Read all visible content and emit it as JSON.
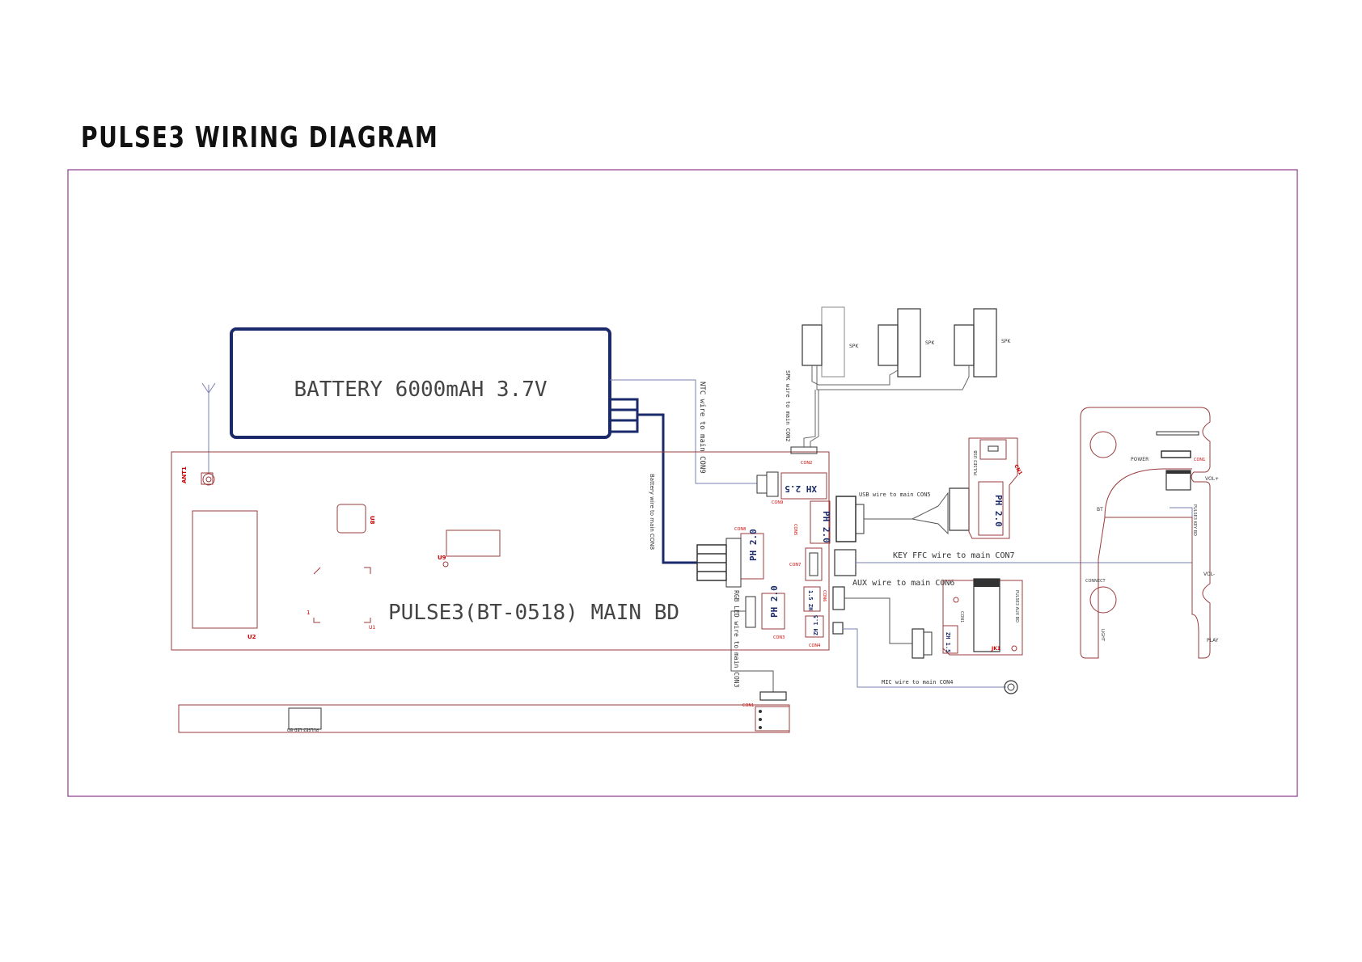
{
  "title": "PULSE3 WIRING DIAGRAM",
  "colors": {
    "frame": "#8b3a8b",
    "board_outline": "#9b3a3a",
    "battery": "#1a2a6b",
    "wire": "#7a7fb0",
    "label_red": "#cc0000",
    "text_dark": "#333333"
  },
  "battery": {
    "label": "BATTERY 6000mAH  3.7V"
  },
  "main_board": {
    "label": "PULSE3(BT-0518) MAIN BD",
    "components": [
      "ANT1",
      "U8",
      "U9",
      "U2",
      "U1",
      "1"
    ],
    "connectors": {
      "con9": "CON9",
      "con9_type": "XH 2.5",
      "con2": "CON2",
      "con5": "CON5",
      "con5_type": "PH 2.0",
      "con8": "CON8",
      "con8_type": "PH 2.0",
      "con7": "CON7",
      "con3": "CON3",
      "con3_type": "PH 2.0",
      "con6": "CON6",
      "con6_type": "1.5 ZH",
      "con4": "CON4",
      "con4_type": "ZH 1.5"
    }
  },
  "wires": {
    "ntc": "NTC wire to main CON9",
    "battery": "Battery wire to main CON8",
    "spk": "SPK wire to main CON2",
    "usb": "USB wire to main CON5",
    "key_ffc": "KEY FFC wire to main CON7",
    "aux": "AUX wire to main CON6",
    "mic": "MIC wire to main CON4",
    "rgb_led": "RGB LED wire to main CON3"
  },
  "speakers": [
    "SPK",
    "SPK",
    "SPK"
  ],
  "usb_board": {
    "label": "PULSE3 USB",
    "ref": "CN1",
    "type": "PH 2.0"
  },
  "aux_board": {
    "label": "PULSE3 AUX BD",
    "ref": "JK1",
    "jack": "ZH 1.5",
    "con": "CON1"
  },
  "key_board": {
    "labels": [
      "POWER",
      "VOL+",
      "BT",
      "VOL-",
      "CONNECT",
      "PLAY",
      "LIGHT"
    ],
    "con": "CON1",
    "name": "PULSE3 KEY BD"
  },
  "led_board": {
    "label": "PULSE3 LED BD",
    "con": "CON1"
  }
}
